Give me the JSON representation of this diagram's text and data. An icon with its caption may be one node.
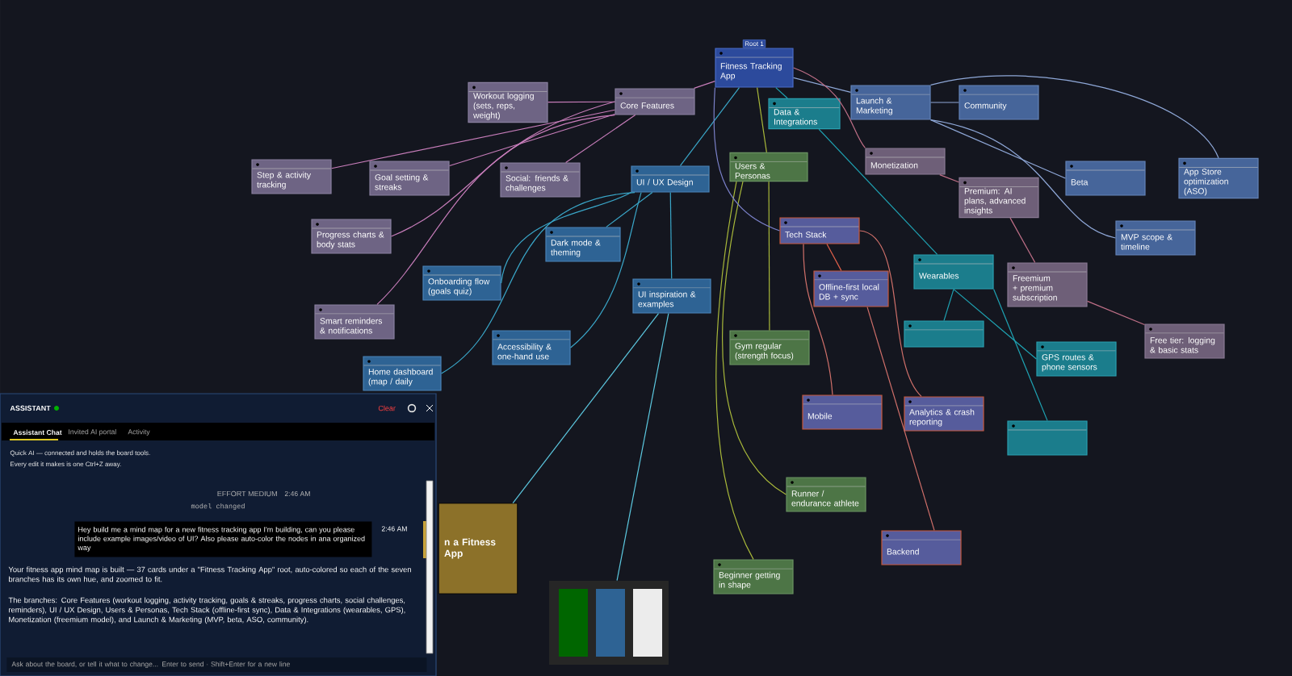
{
  "diagram": {
    "nodes": [
      {
        "text": [
          "Fitness Tracking App"
        ],
        "beside": [
          "Root 1"
        ]
      },
      {
        "text": [
          "Core Features"
        ]
      },
      {
        "text": [
          "Workout logging (sets, reps, weight)"
        ]
      },
      {
        "text": [
          "Step & activity tracking"
        ]
      },
      {
        "text": [
          "Goal setting & streaks"
        ]
      },
      {
        "text": [
          "Social: friends & challenges"
        ]
      },
      {
        "text": [
          "Progress charts & body stats"
        ]
      },
      {
        "text": [
          "Smart reminders & notifications"
        ]
      },
      {
        "text": [
          "UI / UX Design"
        ]
      },
      {
        "text": [
          "Dark mode & theming"
        ]
      },
      {
        "text": [
          "Onboarding flow (goals quiz)"
        ]
      },
      {
        "text": [
          "UI inspiration & examples"
        ]
      },
      {
        "text": [
          "Accessibility & one-hand use"
        ]
      },
      {
        "text": [
          "Home dashboard (map / daily"
        ]
      },
      {
        "text": [
          "Data & Integrations"
        ]
      },
      {
        "text": [
          "Launch & Marketing"
        ]
      },
      {
        "text": [
          "Community"
        ]
      },
      {
        "text": [
          "Users & Personas"
        ]
      },
      {
        "text": [
          "Monetization"
        ]
      },
      {
        "text": [
          "Tech Stack"
        ]
      },
      {
        "text": [
          "Premium: AI plans, advanced insights"
        ]
      },
      {
        "text": [
          "Beta"
        ]
      },
      {
        "text": [
          "App Store optimization (ASO)"
        ]
      },
      {
        "text": [
          "MVP scope & timeline"
        ]
      },
      {
        "text": [
          "Wearables"
        ]
      },
      {
        "text": [
          "Offline-first local DB + sync"
        ]
      },
      {
        "text": [
          "Freemium + premium subscription"
        ]
      },
      {
        "text": [
          "Gym regular (strength focus)"
        ]
      },
      {
        "text": [],
        "shape": "box"
      },
      {
        "text": [
          "Free tier: logging & basic stats"
        ]
      },
      {
        "text": [
          "GPS routes & phone sensors"
        ]
      },
      {
        "text": [
          "Mobile"
        ]
      },
      {
        "text": [
          "Analytics & crash reporting"
        ]
      },
      {
        "text": [],
        "shape": "box"
      },
      {
        "text": [
          "Runner / endurance athlete"
        ]
      },
      {
        "text": [
          "Backend"
        ]
      },
      {
        "text": [
          "Beginner getting in shape"
        ]
      },
      {
        "text": [
          "n a Fitness App"
        ]
      },
      {
        "text": [],
        "shape": "picture"
      }
    ],
    "edges": [
      {
        "from": 0,
        "to": 1,
        "arrow": "none",
        "color": "#c77dba"
      },
      {
        "from": 1,
        "to": 2,
        "arrow": "none",
        "color": "#c77dba"
      },
      {
        "from": 1,
        "to": 3,
        "arrow": "none",
        "color": "#c77dba"
      },
      {
        "from": 1,
        "to": 4,
        "arrow": "none",
        "color": "#c77dba"
      },
      {
        "from": 1,
        "to": 5,
        "arrow": "none",
        "color": "#c77dba"
      },
      {
        "from": 1,
        "to": 6,
        "arrow": "none",
        "color": "#c77dba"
      },
      {
        "from": 1,
        "to": 7,
        "arrow": "none",
        "color": "#c77dba"
      },
      {
        "from": 0,
        "to": 8,
        "arrow": "none",
        "color": "#3aa6c8"
      },
      {
        "from": 8,
        "to": 9,
        "arrow": "none",
        "color": "#3aa6c8"
      },
      {
        "from": 8,
        "to": 10,
        "arrow": "none",
        "color": "#3aa6c8"
      },
      {
        "from": 8,
        "to": 11,
        "arrow": "none",
        "color": "#3aa6c8"
      },
      {
        "from": 8,
        "to": 12,
        "arrow": "none",
        "color": "#3aa6c8"
      },
      {
        "from": 8,
        "to": 13,
        "arrow": "none",
        "color": "#3aa6c8"
      },
      {
        "from": 11,
        "to": 37,
        "arrow": "none",
        "color": "#5cc8e0"
      },
      {
        "from": 11,
        "to": 38,
        "arrow": "none",
        "color": "#5cc8e0"
      },
      {
        "from": 0,
        "to": 14,
        "arrow": "none",
        "color": "#1fa3b3"
      },
      {
        "from": 14,
        "to": 24,
        "arrow": "none",
        "color": "#1fa3b3"
      },
      {
        "from": 24,
        "to": 28,
        "arrow": "none",
        "color": "#1fa3b3"
      },
      {
        "from": 24,
        "to": 30,
        "arrow": "none",
        "color": "#1fa3b3"
      },
      {
        "from": 24,
        "to": 33,
        "arrow": "none",
        "color": "#1fa3b3"
      },
      {
        "from": 0,
        "to": 15,
        "arrow": "none",
        "color": "#8fa8d8"
      },
      {
        "from": 15,
        "to": 16,
        "arrow": "none",
        "color": "#8fa8d8"
      },
      {
        "from": 15,
        "to": 21,
        "arrow": "none",
        "color": "#8fa8d8"
      },
      {
        "from": 15,
        "to": 22,
        "arrow": "none",
        "color": "#8fa8d8"
      },
      {
        "from": 15,
        "to": 23,
        "arrow": "none",
        "color": "#8fa8d8"
      },
      {
        "from": 0,
        "to": 17,
        "arrow": "none",
        "color": "#a8b83a"
      },
      {
        "from": 17,
        "to": 27,
        "arrow": "none",
        "color": "#a8b83a"
      },
      {
        "from": 17,
        "to": 34,
        "arrow": "none",
        "color": "#a8b83a"
      },
      {
        "from": 17,
        "to": 36,
        "arrow": "none",
        "color": "#a8b83a"
      },
      {
        "from": 0,
        "to": 18,
        "arrow": "none",
        "color": "#c07088"
      },
      {
        "from": 18,
        "to": 20,
        "arrow": "none",
        "color": "#c07088"
      },
      {
        "from": 20,
        "to": 26,
        "arrow": "none",
        "color": "#c07088"
      },
      {
        "from": 26,
        "to": 29,
        "arrow": "none",
        "color": "#c07088"
      },
      {
        "from": 0,
        "to": 19,
        "arrow": "none",
        "color": "#7a80c8"
      },
      {
        "from": 19,
        "to": 25,
        "arrow": "none",
        "color": "#e0604a"
      },
      {
        "from": 19,
        "to": 31,
        "arrow": "none",
        "color": "#d0706a"
      },
      {
        "from": 19,
        "to": 32,
        "arrow": "none",
        "color": "#d0706a"
      },
      {
        "from": 25,
        "to": 35,
        "arrow": "none",
        "color": "#d0706a"
      }
    ],
    "labels": [
      "ASSISTANT",
      "Clear",
      "Assistant Chat",
      "Invited AI portal",
      "Activity",
      "Quick AI — connected and holds the board tools.",
      "Every edit it makes is one Ctrl+Z away.",
      "EFFORT MEDIUM",
      "2:46 AM",
      "model changed",
      "Hey build me a mind map for a new fitness tracking app I'm building, can you please include example images/video of UI? Also please auto-color the nodes in ana organized way",
      "2:46 AM",
      "Your fitness app mind map is built — 37 cards under a \"Fitness Tracking App\" root, auto-colored so each of the seven branches has its own hue, and zoomed to fit.",
      "The branches: Core Features (workout logging, activity tracking, goals & streaks, progress charts, social challenges, reminders), UI / UX Design, Users & Personas, Tech Stack (offline-first sync), Data & Integrations (wearables, GPS), Monetization (freemium model), and Launch & Marketing (MVP, beta, ASO, community).",
      "Ask about the board, or tell it what to change... Enter to send · Shift+Enter for a new line"
    ]
  }
}
